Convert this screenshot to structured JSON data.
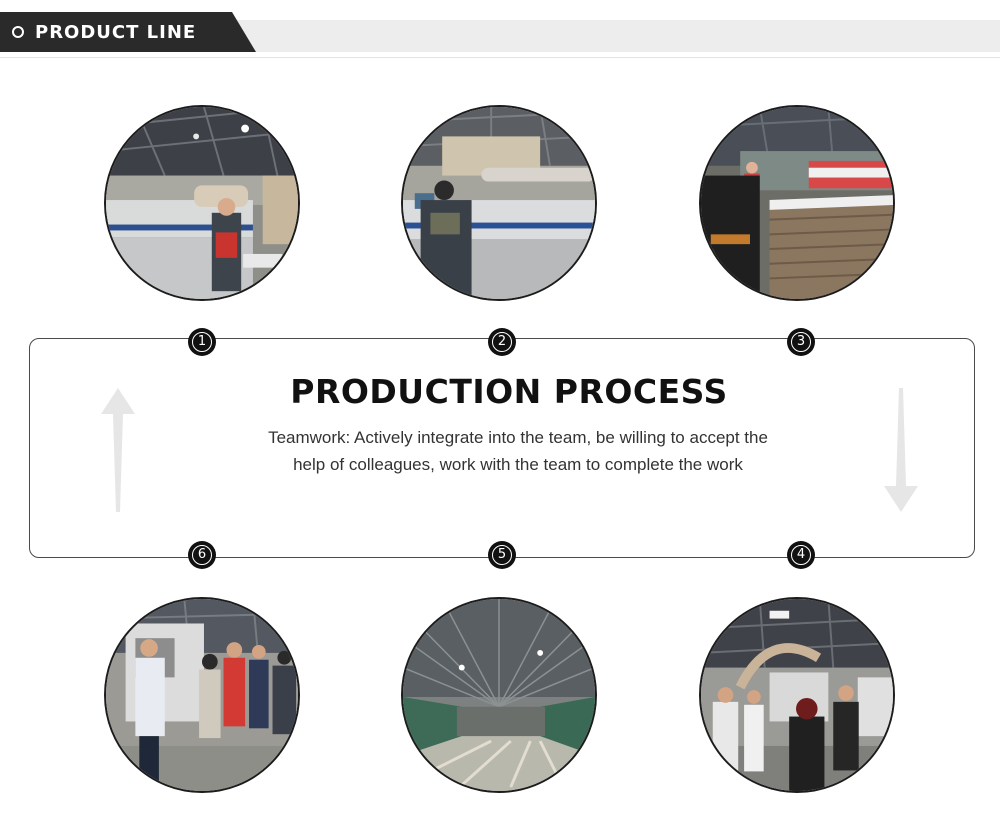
{
  "header": {
    "title": "PRODUCT LINE"
  },
  "process": {
    "title": "PRODUCTION PROCESS",
    "description": "Teamwork: Actively integrate into the team, be willing to accept the help of colleagues, work with the team to complete the work"
  },
  "steps": [
    {
      "number": "1"
    },
    {
      "number": "2"
    },
    {
      "number": "3"
    },
    {
      "number": "4"
    },
    {
      "number": "5"
    },
    {
      "number": "6"
    }
  ],
  "colors": {
    "header_dark": "#2a2a2a",
    "header_light": "#ededed",
    "badge": "#111111",
    "arrow": "#e6e6e6"
  }
}
